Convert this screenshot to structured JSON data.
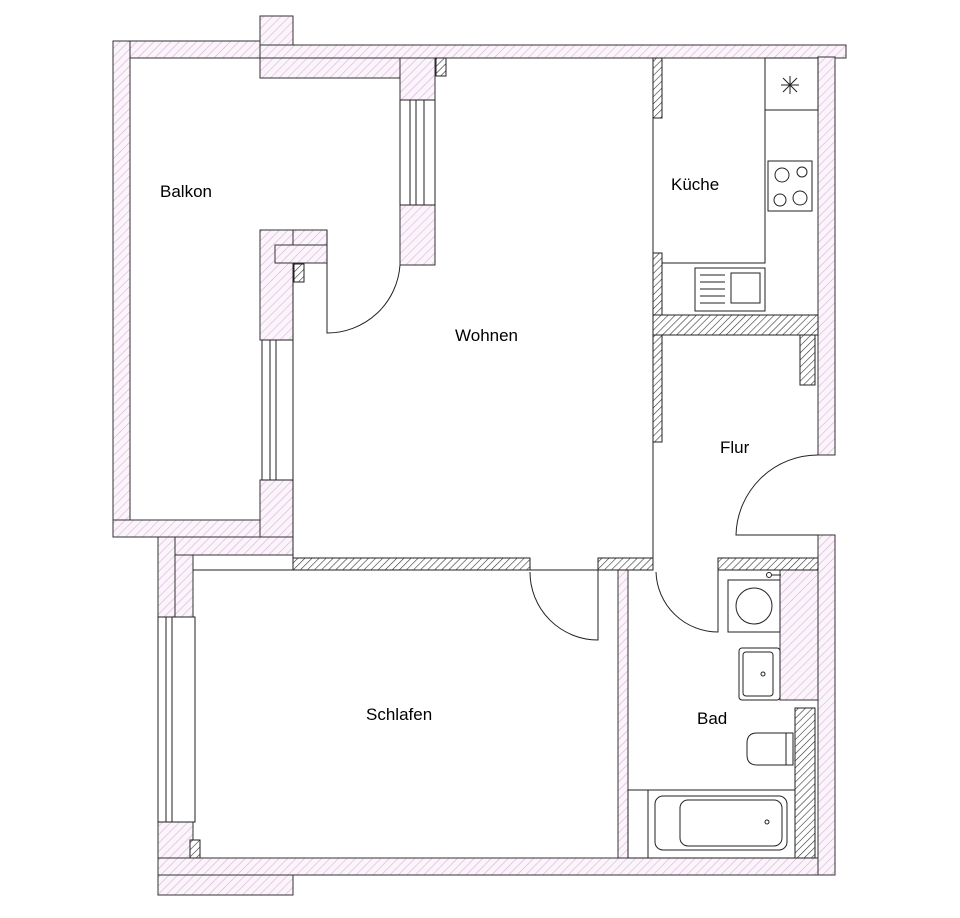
{
  "plan": {
    "rooms": [
      {
        "id": "balkon",
        "label": "Balkon"
      },
      {
        "id": "kueche",
        "label": "Küche"
      },
      {
        "id": "wohnen",
        "label": "Wohnen"
      },
      {
        "id": "flur",
        "label": "Flur"
      },
      {
        "id": "schlafen",
        "label": "Schlafen"
      },
      {
        "id": "bad",
        "label": "Bad"
      }
    ],
    "colors": {
      "exterior_wall_hatch": "#d8b4d8",
      "interior_wall_hatch": "#333333",
      "lines": "#222222",
      "background": "#ffffff"
    },
    "fixtures": [
      "fridge-icon",
      "stove-icon",
      "sink-icon",
      "washing-machine-icon",
      "washbasin-icon",
      "toilet-icon",
      "bathtub-icon"
    ]
  }
}
